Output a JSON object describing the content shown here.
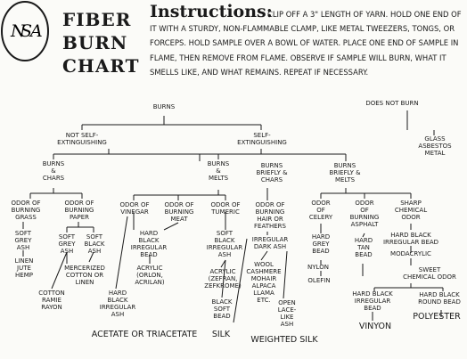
{
  "logo": {
    "letters": [
      "N",
      "S",
      "A"
    ]
  },
  "title": {
    "line1": "FIBER",
    "line2": "BURN",
    "line3": "CHART"
  },
  "instructions": {
    "heading": "Instructions:",
    "body": "CLIP OFF A 3\" LENGTH OF YARN. HOLD ONE END OF IT WITH A STURDY, NON-FLAMMABLE CLAMP, LIKE METAL TWEEZERS, TONGS, OR FORCEPS. HOLD SAMPLE OVER A BOWL OF WATER. PLACE ONE END OF SAMPLE IN FLAME, THEN REMOVE FROM FLAME. OBSERVE IF SAMPLE WILL BURN, WHAT IT SMELLS LIKE, AND WHAT REMAINS. REPEAT IF NECESSARY."
  },
  "chart": {
    "burns": "BURNS",
    "does_not_burn": "DOES NOT BURN",
    "glass": "GLASS\nASBESTOS\nMETAL",
    "not_self_ext": "NOT SELF-\nEXTINGUISHING",
    "self_ext": "SELF-\nEXTINGUISHING",
    "burns_chars": "BURNS\n&\nCHARS",
    "burns_melts": "BURNS\n&\nMELTS",
    "burns_briefly_chars": "BURNS\nBRIEFLY &\nCHARS",
    "burns_briefly_melts": "BURNS\nBRIEFLY &\nMELTS",
    "odor_grass": "ODOR OF\nBURNING\nGRASS",
    "odor_paper": "ODOR OF\nBURNING\nPAPER",
    "odor_vinegar": "ODOR OF\nVINEGAR",
    "odor_meat": "ODOR OF\nBURNING\nMEAT",
    "odor_tumeric": "ODOR OF\nTUMERIC",
    "odor_hair": "ODOR OF\nBURNING\nHAIR OR\nFEATHERS",
    "odor_celery": "ODOR\nOF\nCELERY",
    "odor_asphalt": "ODOR\nOF\nBURNING\nASPHALT",
    "sharp_odor": "SHARP\nCHEMICAL\nODOR",
    "soft_grey_ash_1": "SOFT\nGREY\nASH",
    "soft_grey_ash_2": "SOFT\nGREY\nASH",
    "soft_black_ash": "SOFT\nBLACK\nASH",
    "hard_black_irregular_bead_1": "HARD\nBLACK\nIRREGULAR\nBEAD",
    "soft_black_irregular_ash": "SOFT\nBLACK\nIRREGULAR\nASH",
    "irregular_dark_ash": "IRREGULAR\nDARK ASH",
    "hard_grey_bead": "HARD\nGREY\nBEAD",
    "hard_tan_bead": "HARD\nTAN\nBEAD",
    "hard_black_irregular_bead_2": "HARD BLACK\nIRREGULAR BEAD",
    "linen": "LINEN\nJUTE\nHEMP",
    "mercerized": "MERCERIZED\nCOTTON OR\nLINEN",
    "acrylic_1": "ACRYLIC\n(ORLON,\nACRILAN)",
    "acrylic_2": "ACRYLIC\n(ZEFRAN,\nZEFKROME)",
    "wool": "WOOL\nCASHMERE\nMOHAIR\nALPACA\nLLAMA\nETC.",
    "nylon": "NYLON",
    "olefin": "OLEFIN",
    "modacrylic": "MODACRYLIC",
    "sweet_odor": "SWEET\nCHEMICAL ODOR",
    "cotton": "COTTON\nRAMIE\nRAYON",
    "hard_black_irregular_ash": "HARD\nBLACK\nIRREGULAR\nASH",
    "black_soft_bead": "BLACK\nSOFT\nBEAD",
    "open_lace": "OPEN\nLACE-\nLIKE\nASH",
    "hard_black_irregular_bead_3": "HARD BLACK\nIRREGULAR\nBEAD",
    "hard_black_round_bead": "HARD BLACK\nROUND BEAD",
    "acetate": "ACETATE OR TRIACETATE",
    "silk": "SILK",
    "weighted_silk": "WEIGHTED SILK",
    "vinyon": "VINYON",
    "polyester": "POLYESTER"
  }
}
